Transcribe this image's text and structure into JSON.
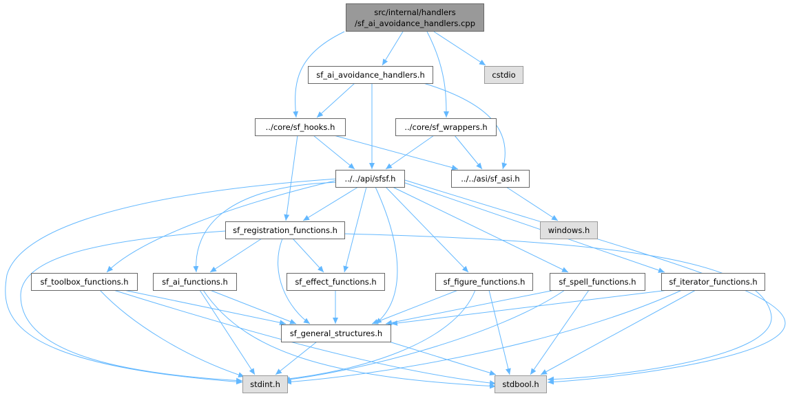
{
  "graph": {
    "root": {
      "line1": "src/internal/handlers",
      "line2": "/sf_ai_avoidance_handlers.cpp"
    },
    "nodes": {
      "cstdio": "cstdio",
      "avoid_h": "sf_ai_avoidance_handlers.h",
      "hooks": "../core/sf_hooks.h",
      "wrappers": "../core/sf_wrappers.h",
      "sfsf": "../../api/sfsf.h",
      "asi": "../../asi/sf_asi.h",
      "windows": "windows.h",
      "regfun": "sf_registration_functions.h",
      "toolbox": "sf_toolbox_functions.h",
      "aifun": "sf_ai_functions.h",
      "effect": "sf_effect_functions.h",
      "figure": "sf_figure_functions.h",
      "spell": "sf_spell_functions.h",
      "iter": "sf_iterator_functions.h",
      "genstruct": "sf_general_structures.h",
      "stdint": "stdint.h",
      "stdbool": "stdbool.h"
    },
    "colors": {
      "edge": "#63b8ff",
      "external_fill": "#e0e0e0",
      "root_fill": "#999999",
      "border": "#666666"
    }
  }
}
